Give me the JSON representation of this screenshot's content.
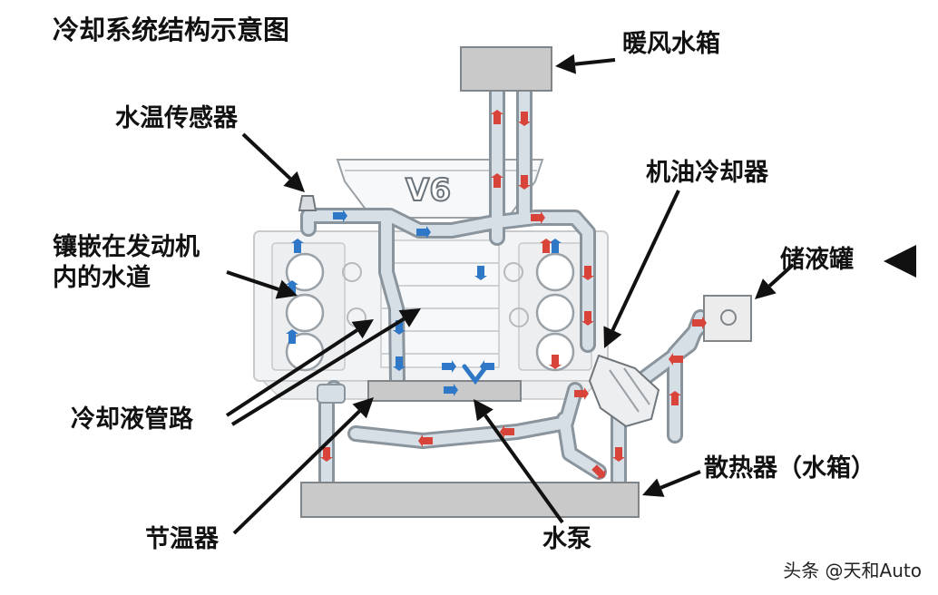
{
  "title": "冷却系统结构示意图",
  "engine_badge": "V6",
  "labels": {
    "heater_core": "暖风水箱",
    "temp_sensor": "水温传感器",
    "oil_cooler": "机油冷却器",
    "jacket_line1": "镶嵌在发动机",
    "jacket_line2": "内的水道",
    "reservoir": "储液罐",
    "coolant_pipe": "冷却液管路",
    "radiator": "散热器（水箱）",
    "thermostat": "节温器",
    "water_pump": "水泵"
  },
  "watermark": "头条 @天和Auto",
  "colors": {
    "pipe": "#d6dee6",
    "pipe_edge": "#8a949c",
    "cold_flow": "#2f78c8",
    "hot_flow": "#d8443a",
    "component": "#c9c9c9",
    "arrow": "#111111"
  }
}
